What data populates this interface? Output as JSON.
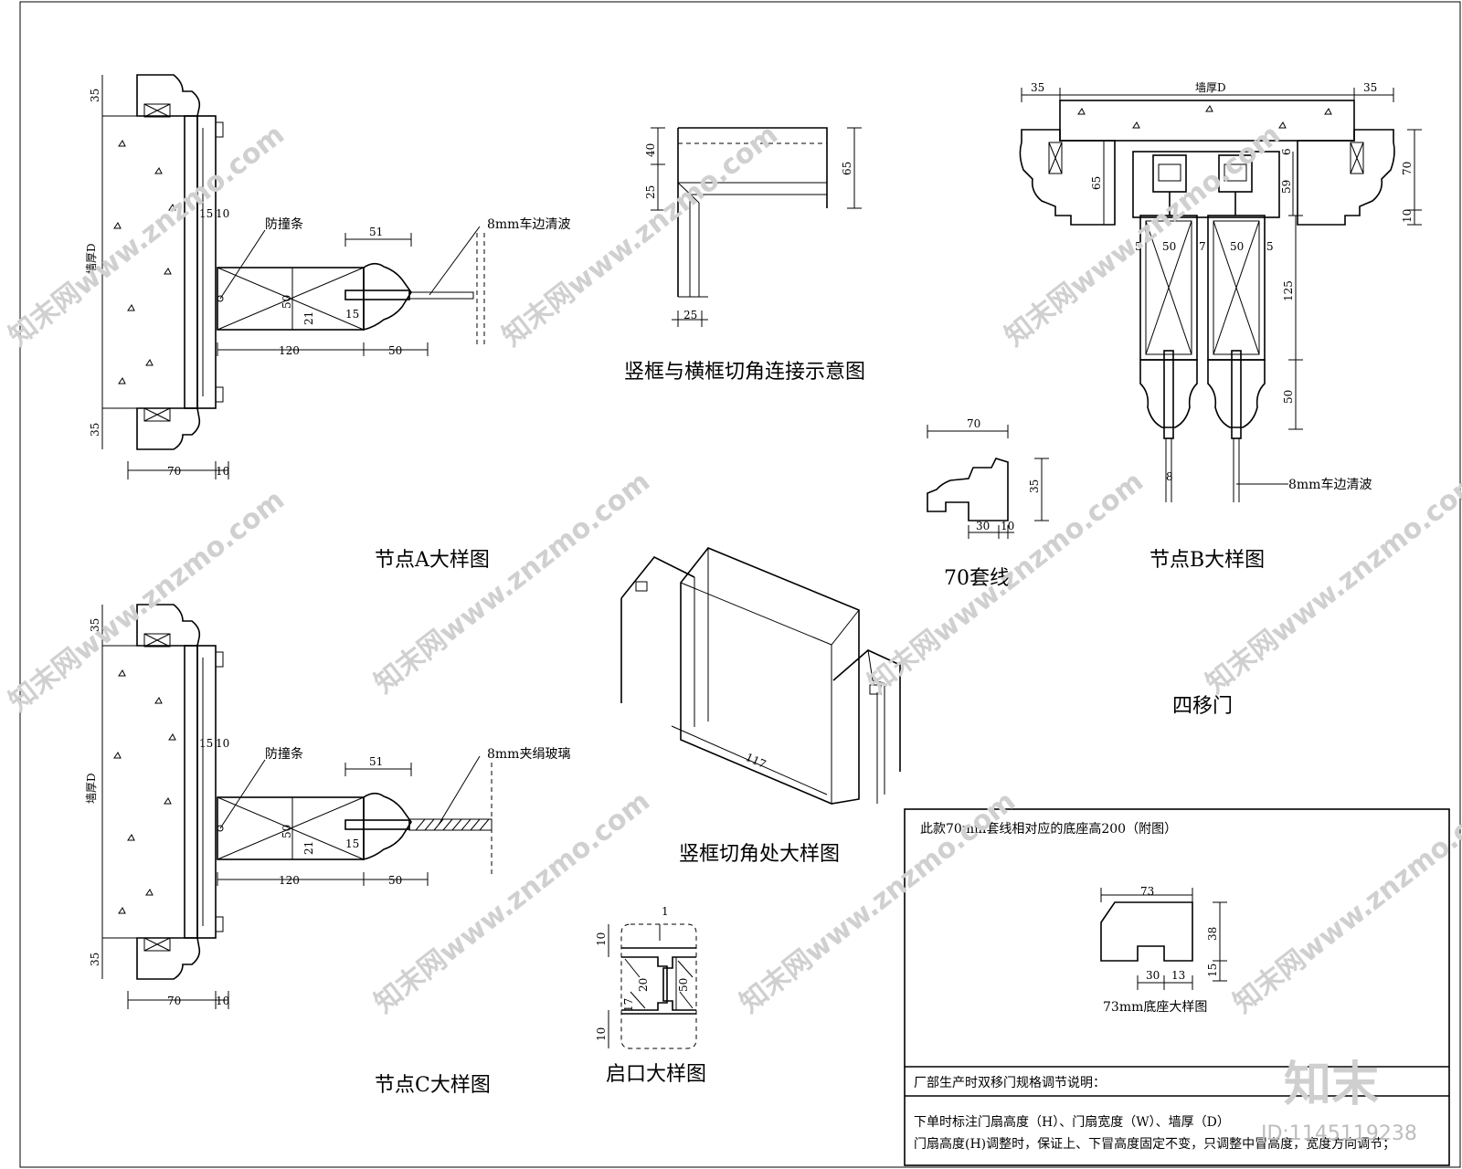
{
  "node_a": {
    "caption": "节点A大样图",
    "wall_label": "墙厚D",
    "bumper_label": "防撞条",
    "glass_label": "8mm车边清波",
    "dims": {
      "d35_top": "35",
      "d35_bot": "35",
      "d70": "70",
      "d10": "10",
      "d15": "15",
      "d10b": "10",
      "d51": "51",
      "d120": "120",
      "d50": "50",
      "d50v": "50",
      "d21": "21",
      "d15b": "15"
    }
  },
  "node_c": {
    "caption": "节点C大样图",
    "wall_label": "墙厚D",
    "bumper_label": "防撞条",
    "glass_label": "8mm夹绢玻璃",
    "dims": {
      "d35_top": "35",
      "d35_bot": "35",
      "d70": "70",
      "d10": "10",
      "d15": "15",
      "d10b": "10",
      "d51": "51",
      "d120": "120",
      "d50": "50",
      "d50v": "50",
      "d21": "21",
      "d15b": "15"
    }
  },
  "corner_joint": {
    "caption": "竖框与横框切角连接示意图",
    "dims": {
      "d40": "40",
      "d25v": "25",
      "d65": "65",
      "d25h": "25"
    }
  },
  "casing70": {
    "caption": "70套线",
    "dims": {
      "d70": "70",
      "d35": "35",
      "d30": "30",
      "d10": "10"
    }
  },
  "node_b": {
    "caption": "节点B大样图",
    "wall_label": "墙厚D",
    "glass_label": "8mm车边清波",
    "dims": {
      "d35l": "35",
      "d35r": "35",
      "d65": "65",
      "d6": "6",
      "d59": "59",
      "d70": "70",
      "d10": "10",
      "d50a": "50",
      "d50b": "50",
      "d7": "7",
      "d5a": "5",
      "d5b": "5",
      "d125": "125",
      "d50v": "50",
      "d8": "8"
    }
  },
  "four_door": {
    "caption": "四移门"
  },
  "cut_corner": {
    "caption": "竖框切角处大样图",
    "dim117": "117"
  },
  "notch": {
    "caption": "启口大样图",
    "dims": {
      "d1": "1",
      "d10t": "10",
      "d50": "50",
      "d17": "17",
      "d20": "20",
      "d10b": "10"
    }
  },
  "info_box": {
    "note": "此款70mm套线相对应的底座高200（附图）",
    "base_caption": "73mm底座大样图",
    "base_dims": {
      "d73": "73",
      "d38": "38",
      "d15": "15",
      "d30": "30",
      "d13": "13"
    },
    "factory_heading": "厂部生产时双移门规格调节说明：",
    "order_line": "下单时标注门扇高度（H）、门扇宽度（W）、墙厚（D）",
    "adjust_line": "门扇高度(H)调整时，保证上、下冒高度固定不变，只调整中冒高度，宽度方向调节；"
  },
  "watermarks": {
    "text": "知末网www.znzmo.com",
    "logo": "知末",
    "id": "ID:1145119238"
  }
}
